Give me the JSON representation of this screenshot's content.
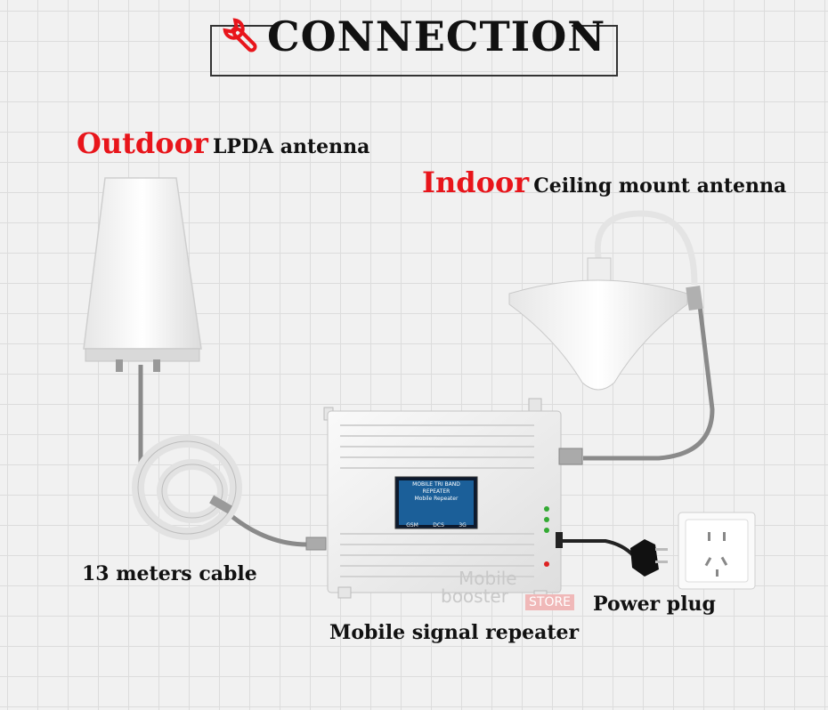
{
  "title": "CONNECTION",
  "outdoor": {
    "highlight": "Outdoor",
    "text": "LPDA antenna"
  },
  "indoor": {
    "highlight": "Indoor",
    "text": "Ceiling mount antenna"
  },
  "captions": {
    "cable": "13 meters cable",
    "repeater": "Mobile signal repeater",
    "power": "Power plug"
  },
  "repeater_screen": {
    "header": "MOBILE TRI BAND REPEATER",
    "sub": "Mobile Repeater",
    "bands": [
      "GSM",
      "DCS",
      "3G"
    ]
  },
  "watermark": {
    "line1": "Mobile",
    "line2": "booster",
    "store": "STORE"
  },
  "colors": {
    "accent": "#e8151b",
    "grid": "#dcdcdc",
    "background": "#f1f1f1"
  }
}
